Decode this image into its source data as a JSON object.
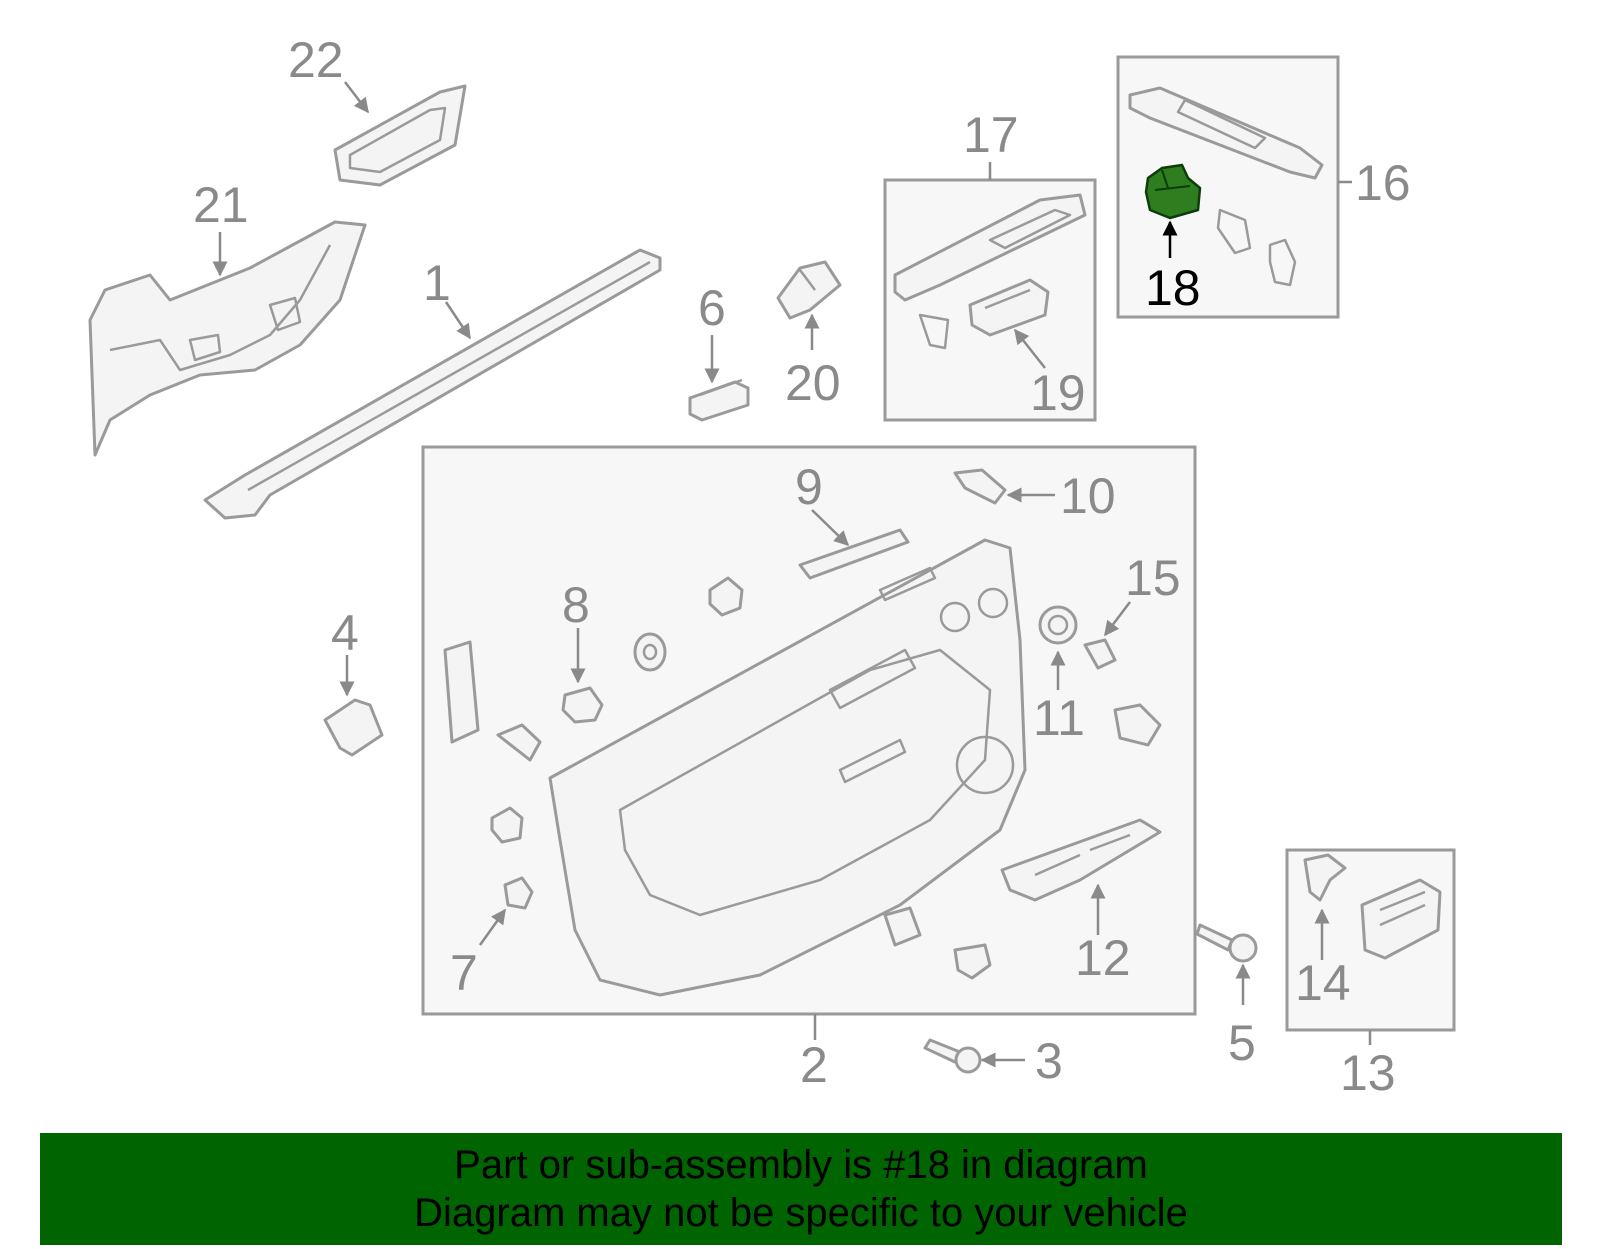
{
  "colors": {
    "highlight_part": "#2e7d1e",
    "banner_background": "#006400",
    "label_gray": "#8a8a8a",
    "outline_gray": "#9a9a9a",
    "highlight_label": "#000000"
  },
  "callouts": {
    "c1": "1",
    "c2": "2",
    "c3": "3",
    "c4": "4",
    "c5": "5",
    "c6": "6",
    "c7": "7",
    "c8": "8",
    "c9": "9",
    "c10": "10",
    "c11": "11",
    "c12": "12",
    "c13": "13",
    "c14": "14",
    "c15": "15",
    "c16": "16",
    "c17": "17",
    "c18": "18",
    "c19": "19",
    "c20": "20",
    "c21": "21",
    "c22": "22"
  },
  "highlighted_callout": "18",
  "banner": {
    "line1": "Part or sub-assembly is #18 in diagram",
    "line2": "Diagram may not be specific to your vehicle"
  }
}
